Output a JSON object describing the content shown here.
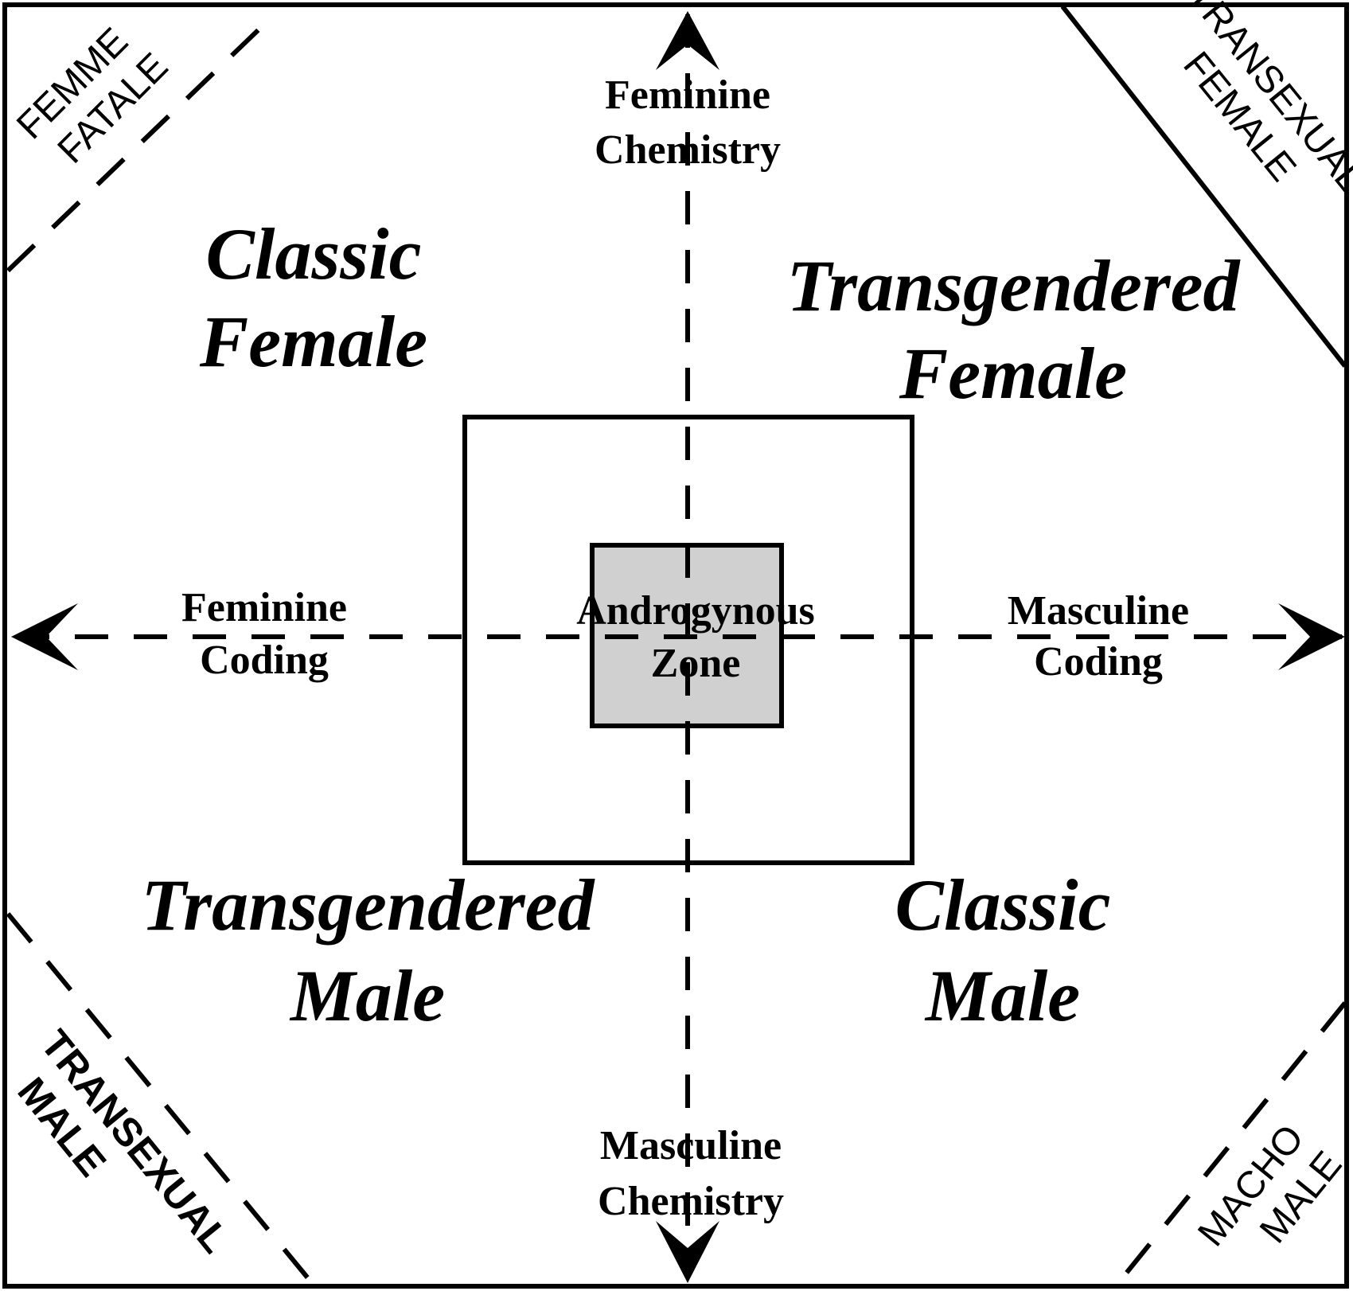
{
  "axes": {
    "top": [
      "Feminine",
      "Chemistry"
    ],
    "bottom": [
      "Masculine",
      "Chemistry"
    ],
    "left": [
      "Feminine",
      "Coding"
    ],
    "right": [
      "Masculine",
      "Coding"
    ]
  },
  "quadrants": {
    "top_left": [
      "Classic",
      "Female"
    ],
    "top_right": [
      "Transgendered",
      "Female"
    ],
    "bottom_left": [
      "Transgendered",
      "Male"
    ],
    "bottom_right": [
      "Classic",
      "Male"
    ]
  },
  "center": [
    "Androgynous",
    "Zone"
  ],
  "corners": {
    "top_left": [
      "FEMME",
      "FATALE"
    ],
    "top_right": [
      "TRANSEXUAL",
      "FEMALE"
    ],
    "bottom_left": [
      "TRANSEXUAL",
      "MALE"
    ],
    "bottom_right": [
      "MACHO",
      "MALE"
    ]
  },
  "colors": {
    "line": "#000000",
    "center_fill": "#d0d0d0",
    "background": "#ffffff"
  }
}
